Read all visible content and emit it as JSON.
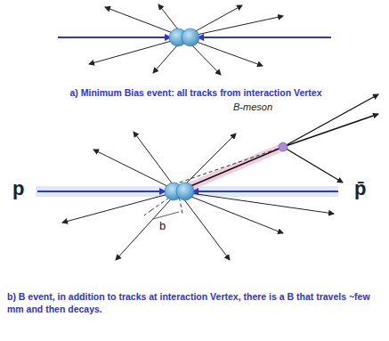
{
  "diagram": {
    "labels": [
      "a) Minimum Bias event: all tracks from interaction Vertex",
      "B-meson",
      "p",
      "p̄",
      "b",
      "b) B event, in addition to tracks at interaction Vertex, there is a B that travels ~few mm and then decays."
    ]
  }
}
